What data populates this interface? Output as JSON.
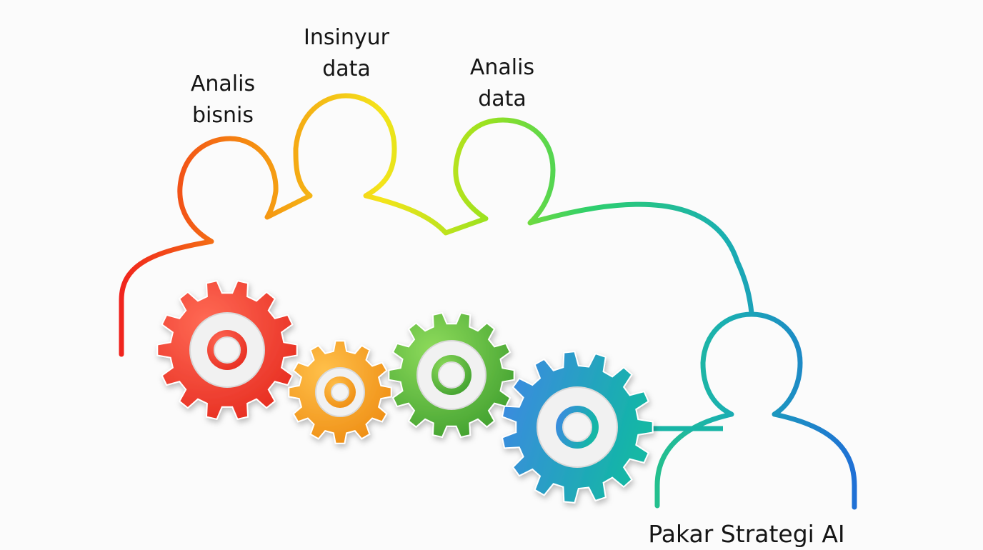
{
  "roles": [
    {
      "label": "Analis\nbisnis",
      "color": "#f23b1b"
    },
    {
      "label": "Insinyur\ndata",
      "color": "#f6c21a"
    },
    {
      "label": "Analis\ndata",
      "color": "#6fd22e"
    },
    {
      "label": "Pakar Strategi AI",
      "color": "#1aa6b0"
    }
  ],
  "gears": [
    {
      "name": "red",
      "color": "#e62b1f",
      "light": "#ff6a55"
    },
    {
      "name": "orange",
      "color": "#ee8c12",
      "light": "#ffc04a"
    },
    {
      "name": "green",
      "color": "#3f9f2e",
      "light": "#8edb5b"
    },
    {
      "name": "teal-blue",
      "color": "#13b7a5",
      "light": "#3f86e6"
    }
  ],
  "outline_gradient": [
    "#f01e1e",
    "#f58a10",
    "#f4e41a",
    "#9be21f",
    "#2ecf6c",
    "#1ab0b0",
    "#1f6fd6"
  ]
}
